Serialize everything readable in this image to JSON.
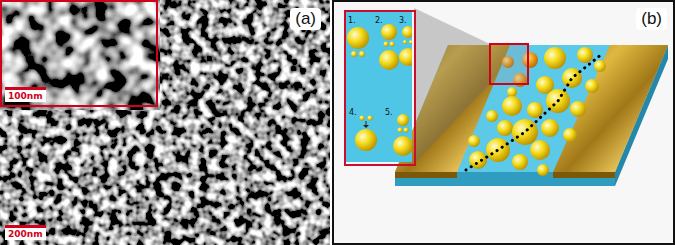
{
  "diagram": {
    "nodes": [
      {
        "text": [
          "(a)",
          "200nm"
        ]
      },
      {
        "text": [
          "100nm"
        ],
        "in": 0
      },
      {
        "text": [
          "(b)"
        ]
      },
      {
        "text": [
          "1.",
          "2.",
          "3.",
          "4.",
          "5."
        ],
        "in": 2
      }
    ]
  }
}
